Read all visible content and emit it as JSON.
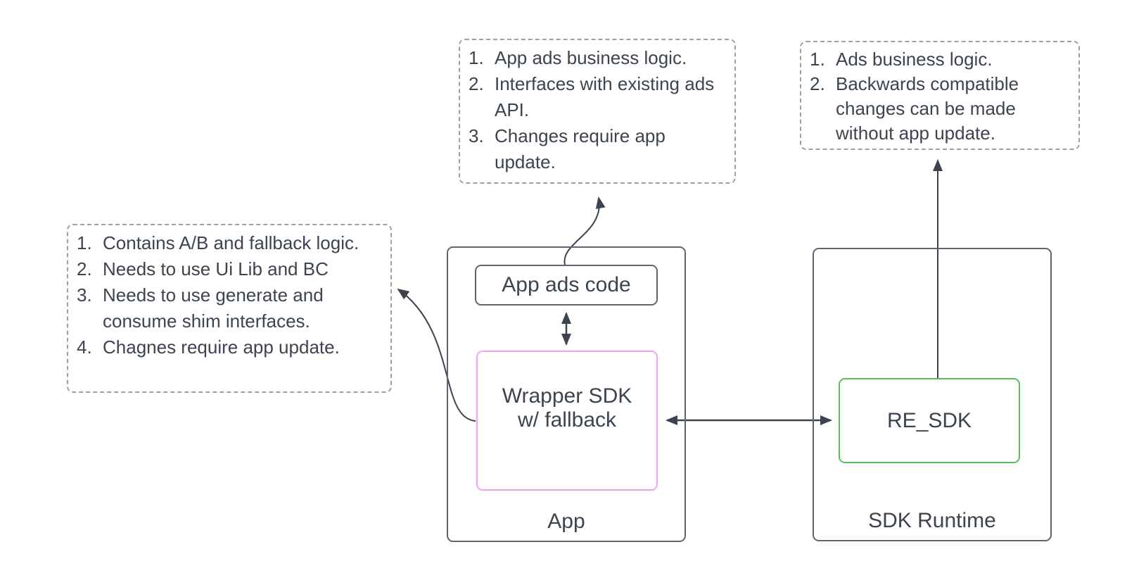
{
  "colors": {
    "background": "#ffffff",
    "text": "#3c4450",
    "shape_border": "#5f6672",
    "note_border": "#99a0a8",
    "wrapper_border": "#f0a2f4",
    "re_sdk_border": "#56c05c",
    "connector": "#3c4450"
  },
  "notes": {
    "app_ads_code_note": {
      "items": [
        {
          "num": "1.",
          "text": "App ads business logic."
        },
        {
          "num": "2.",
          "text": "Interfaces with existing ads API."
        },
        {
          "num": "3.",
          "text": "Changes require app update."
        }
      ]
    },
    "re_sdk_note": {
      "items": [
        {
          "num": "1.",
          "text": "Ads business logic."
        },
        {
          "num": "2.",
          "text": "Backwards compatible changes can be made without app update."
        }
      ]
    },
    "wrapper_sdk_note": {
      "items": [
        {
          "num": "1.",
          "text": "Contains A/B and fallback logic."
        },
        {
          "num": "2.",
          "text": "Needs to use Ui Lib and BC"
        },
        {
          "num": "3.",
          "text": "Needs to use generate and consume shim interfaces."
        },
        {
          "num": "4.",
          "text": "Chagnes require app update."
        }
      ]
    }
  },
  "containers": {
    "app": {
      "label": "App"
    },
    "sdk_runtime": {
      "label": "SDK Runtime"
    }
  },
  "nodes": {
    "app_ads_code": {
      "label": "App ads code"
    },
    "wrapper_sdk": {
      "label": "Wrapper SDK\nw/ fallback"
    },
    "re_sdk": {
      "label": "RE_SDK"
    }
  }
}
